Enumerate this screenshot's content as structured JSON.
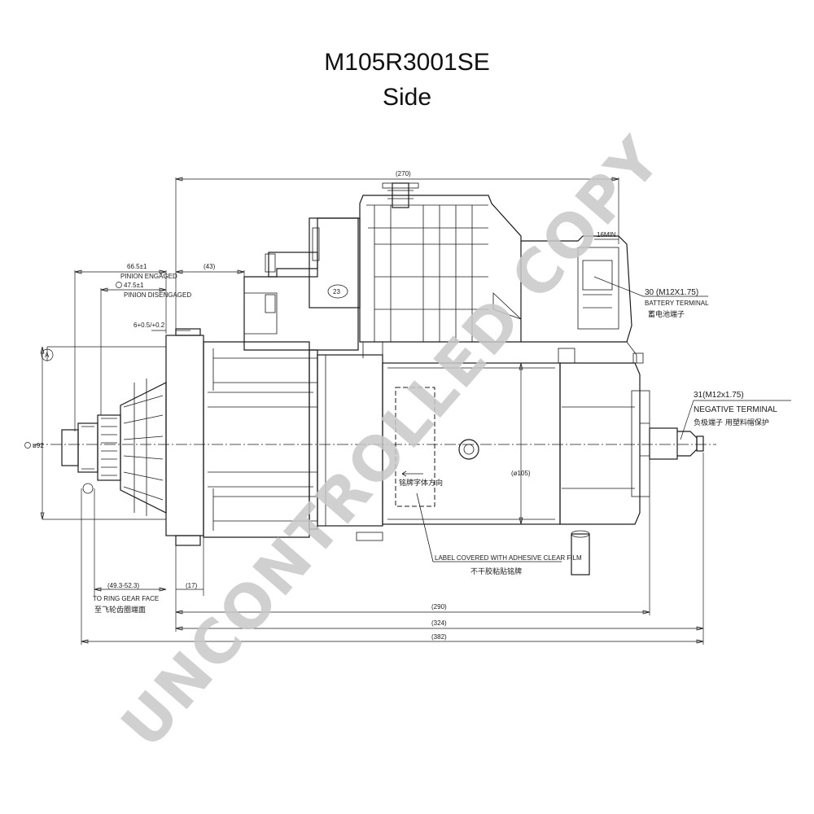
{
  "title": {
    "part_number": "M105R3001SE",
    "view": "Side"
  },
  "watermark": "UNCONTROLLED COPY",
  "dimensions": {
    "overall_top": "(270)",
    "min_16": "16MIN",
    "pinion_engaged_value": "66.5±1",
    "pinion_engaged_label": "PINION ENGAGED",
    "pinion_43": "(43)",
    "pinion_disengaged_value": "47.5±1",
    "pinion_disengaged_label": "PINION DISENGAGED",
    "small_6": "6+0.5/+0.2",
    "datum": "A",
    "dia_92": "ø92",
    "dia_105": "(ø105)",
    "ring_gear_range": "(49.3-52.3)",
    "ring_gear_label": "TO RING GEAR FACE",
    "ring_gear_cn": "至飞轮齿圈端面",
    "dim_17": "(17)",
    "dim_290": "(290)",
    "dim_324": "(324)",
    "dim_382": "(382)"
  },
  "callouts": {
    "battery_spec": "30 (M12X1.75)",
    "battery_label": "BATTERY TERMINAL",
    "battery_cn": "蓄电池端子",
    "negative_spec": "31(M12x1.75)",
    "negative_label": "NEGATIVE TERMINAL",
    "negative_cn": "负极端子 用塑料帽保护",
    "label_en": "LABEL COVERED WITH ADHESIVE CLEAR FILM",
    "label_cn": "不干胶粘贴铭牌",
    "label_box_cn": "铭牌字体方向",
    "badge": "23"
  },
  "colors": {
    "line": "#1a1a1a",
    "watermark": "#c8c8c8",
    "background": "#ffffff"
  }
}
